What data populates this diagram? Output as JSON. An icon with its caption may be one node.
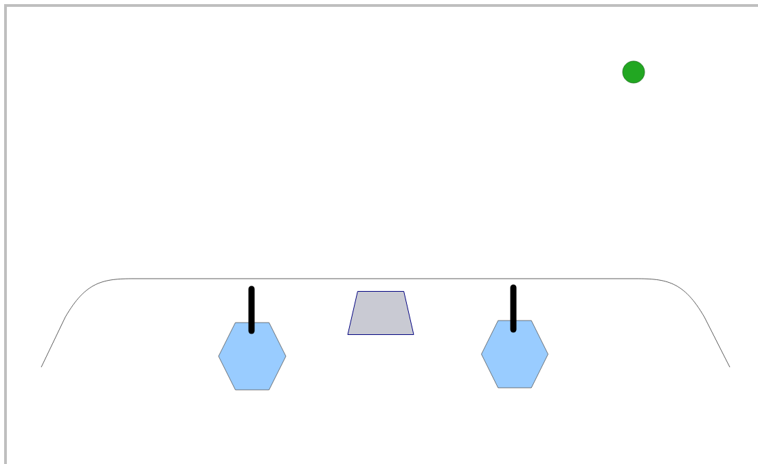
{
  "diagram": {
    "nodes": [
      {
        "text": [],
        "shape": "circle"
      },
      {
        "text": [],
        "shape": "hexagon"
      },
      {
        "text": [],
        "shape": "trapezoid"
      },
      {
        "text": [],
        "shape": "hexagon"
      }
    ]
  }
}
